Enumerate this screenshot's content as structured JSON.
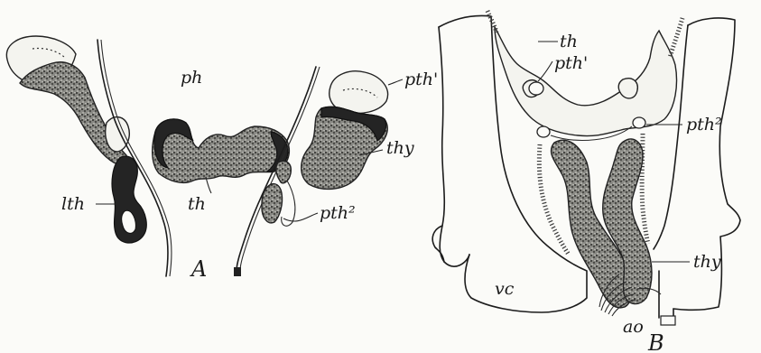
{
  "figure_a": {
    "panel_letter": "A",
    "labels": {
      "ph": "ph",
      "th": "th",
      "lth": "lth",
      "pth1": "pth'",
      "thy": "thy",
      "pth2": "pth²"
    }
  },
  "figure_b": {
    "panel_letter": "B",
    "labels": {
      "th": "th",
      "pth1": "pth'",
      "pth2": "pth²",
      "thy": "thy",
      "vc": "vc",
      "ao": "ao"
    }
  }
}
